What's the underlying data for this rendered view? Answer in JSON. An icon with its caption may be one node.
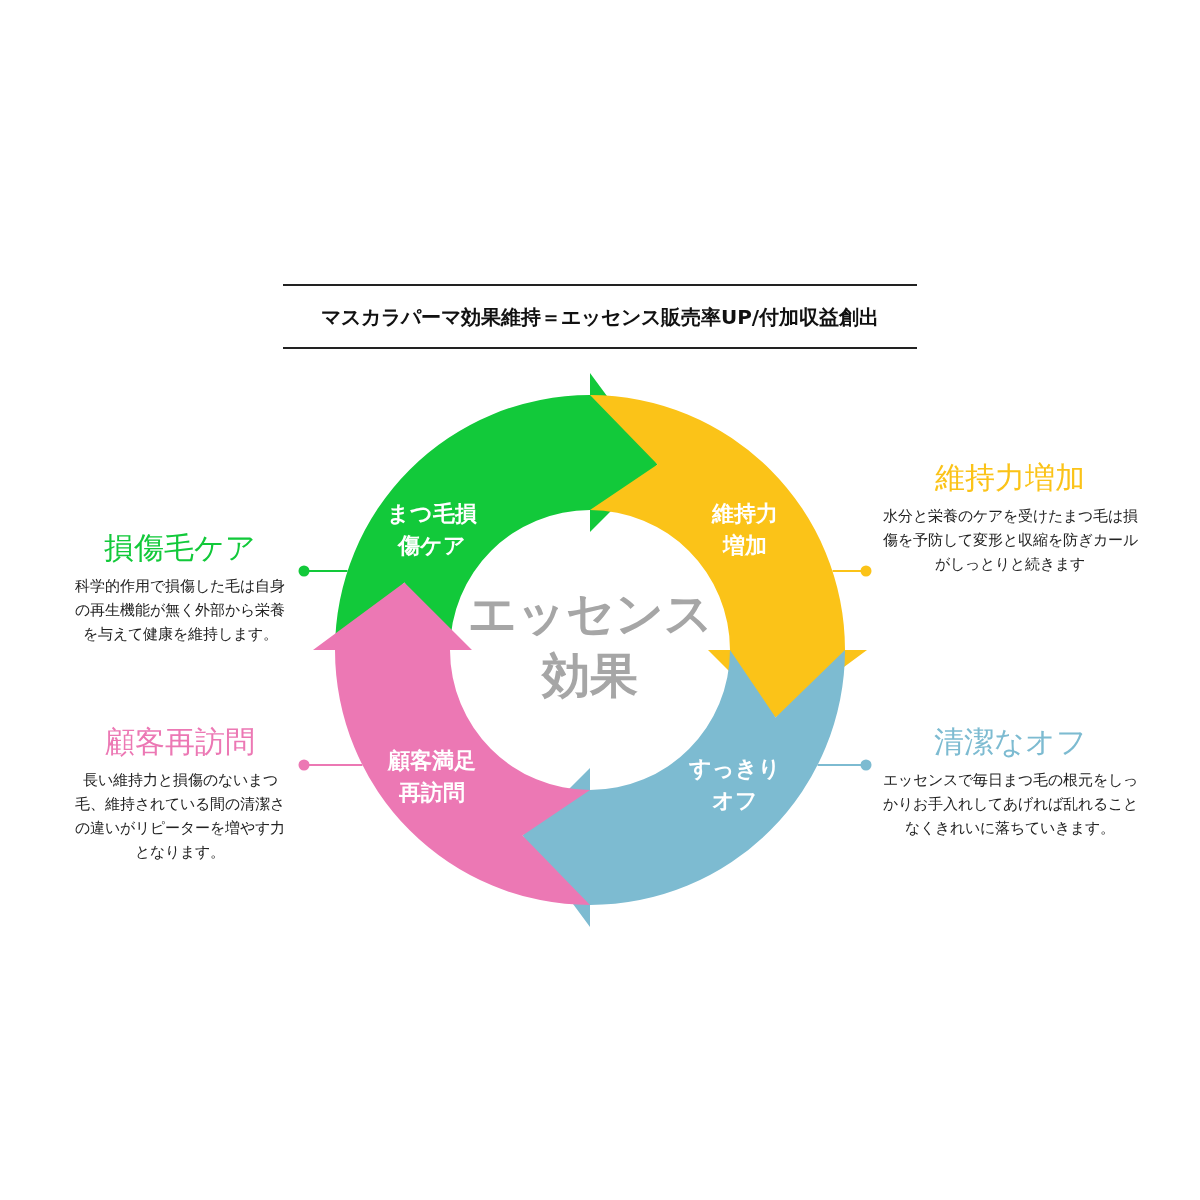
{
  "diagram": {
    "title": "マスカラパーマ効果維持＝エッセンス販売率UP/付加収益創出",
    "nodes": [
      {
        "text": [
          "まつ毛損傷ケア"
        ]
      },
      {
        "text": [
          "維持力増加"
        ]
      },
      {
        "text": [
          "すっきりオフ"
        ]
      },
      {
        "text": [
          "顧客満足再訪問"
        ]
      },
      {
        "text": [
          "エッセンス効果"
        ]
      },
      {
        "text": [
          "損傷毛ケア",
          "科学的作用で損傷した毛は自身の再生機能が無く外部から栄養を与えて健康を維持します。"
        ]
      },
      {
        "text": [
          "維持力増加",
          "水分と栄養のケアを受けたまつ毛は損傷を予防して変形と収縮を防ぎカールがしっとりと続きます"
        ]
      },
      {
        "text": [
          "顧客再訪問",
          "長い維持力と損傷のないまつ毛、維持されている間の清潔さの違いがリピーターを増やす力となります。"
        ]
      },
      {
        "text": [
          "清潔なオフ",
          "エッセンスで毎日まつ毛の根元をしっかりお手入れしてあげれば乱れることなくきれいに落ちていきます。"
        ]
      }
    ],
    "edges": [
      {
        "from": 5,
        "to": 0,
        "arrow": "other",
        "color": "#12c93a"
      },
      {
        "from": 6,
        "to": 1,
        "arrow": "other",
        "color": "#fbc318"
      },
      {
        "from": 7,
        "to": 3,
        "arrow": "other",
        "color": "#ec78b4"
      },
      {
        "from": 8,
        "to": 2,
        "arrow": "other",
        "color": "#7dbbd1"
      }
    ]
  }
}
